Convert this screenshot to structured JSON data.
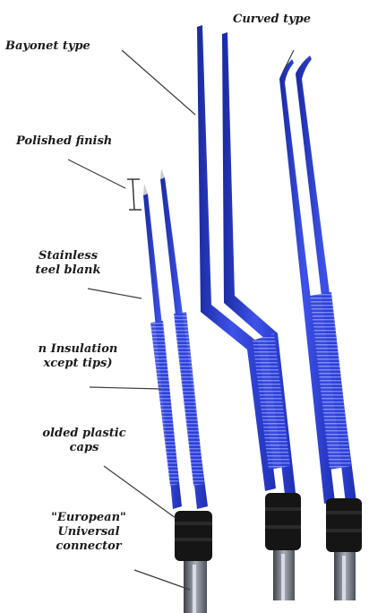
{
  "labels": {
    "bayonet": "Bayonet type",
    "curved": "Curved type",
    "polished": "Polished finish",
    "stainless_1": "Stainless",
    "stainless_2": "teel blank",
    "insulation_1": "n Insulation",
    "insulation_2": "xcept tips)",
    "molded_1": "olded plastic",
    "molded_2": "caps",
    "connector_1": "\"European\"",
    "connector_2": "Universal",
    "connector_3": "connector"
  },
  "colors": {
    "insulation_blue": "#2b3fd6",
    "insulation_dark": "#1a2aa0",
    "grip_blue": "#4b5cf0",
    "cap_black": "#151515",
    "connector_metal": "#6f7580",
    "leader_line": "#3a3a3a"
  },
  "instruments": [
    {
      "name": "straight-forceps"
    },
    {
      "name": "bayonet-forceps"
    },
    {
      "name": "curved-forceps"
    }
  ]
}
